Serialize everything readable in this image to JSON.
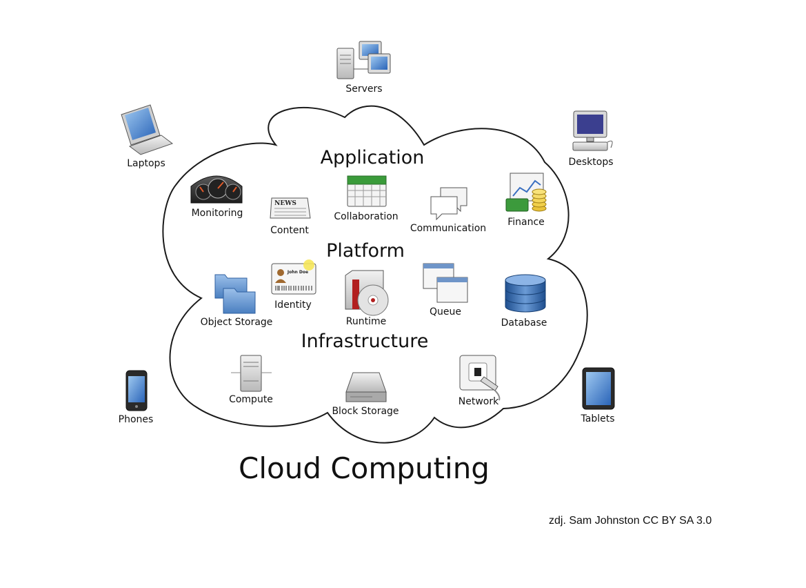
{
  "title": "Cloud Computing",
  "credit": "zdj. Sam Johnston CC BY SA 3.0",
  "layers": {
    "application": "Application",
    "platform": "Platform",
    "infrastructure": "Infrastructure"
  },
  "devices": {
    "servers": "Servers",
    "laptops": "Laptops",
    "desktops": "Desktops",
    "phones": "Phones",
    "tablets": "Tablets"
  },
  "application_items": {
    "monitoring": "Monitoring",
    "content": "Content",
    "collaboration": "Collaboration",
    "communication": "Communication",
    "finance": "Finance"
  },
  "platform_items": {
    "object_storage": "Object Storage",
    "identity": "Identity",
    "runtime": "Runtime",
    "queue": "Queue",
    "database": "Database"
  },
  "infrastructure_items": {
    "compute": "Compute",
    "block_storage": "Block Storage",
    "network": "Network"
  },
  "identity_card_name": "John Doe",
  "news_text": "NEWS"
}
